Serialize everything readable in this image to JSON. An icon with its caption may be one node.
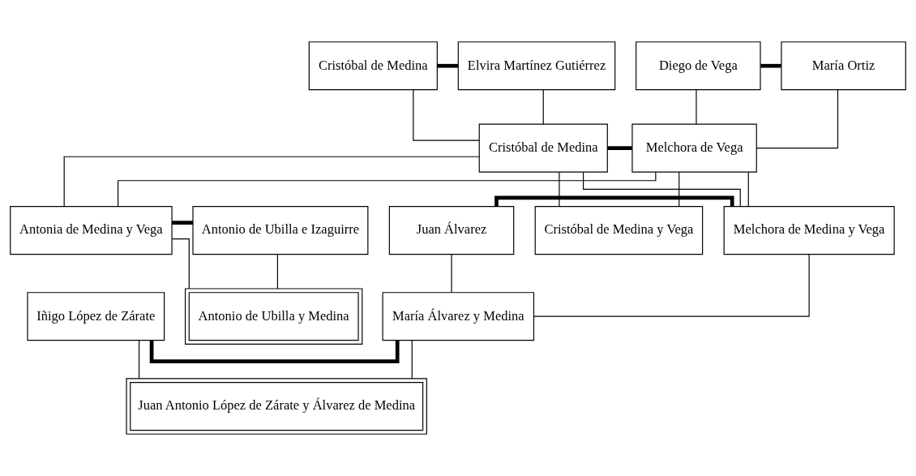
{
  "diagram": {
    "nodes": [
      {
        "text": [
          "Cristóbal de Medina"
        ]
      },
      {
        "text": [
          "Elvira Martínez Gutiérrez"
        ]
      },
      {
        "text": [
          "Diego de Vega"
        ]
      },
      {
        "text": [
          "María Ortiz"
        ]
      },
      {
        "text": [
          "Cristóbal de Medina"
        ]
      },
      {
        "text": [
          "Melchora de Vega"
        ]
      },
      {
        "text": [
          "Cristóbal de Medina y Vega"
        ]
      },
      {
        "text": [
          "Juan Álvarez"
        ]
      },
      {
        "text": [
          "Melchora de Medina y Vega"
        ]
      },
      {
        "text": [
          "Antonia de Medina y Vega"
        ]
      },
      {
        "text": [
          "Antonio de Ubilla e Izaguirre"
        ]
      },
      {
        "text": [
          "Iñigo López de Zárate"
        ]
      },
      {
        "text": [
          "María Álvarez y Medina"
        ]
      },
      {
        "text": [
          "Antonio de Ubilla y Medina"
        ]
      },
      {
        "text": [
          "Juan Antonio López de Zárate y Álvarez de Medina"
        ]
      }
    ],
    "edges": [
      {
        "from": 0,
        "to": 1,
        "arrow": "none",
        "style": "thick"
      },
      {
        "from": 2,
        "to": 3,
        "arrow": "none",
        "style": "thick"
      },
      {
        "from": 0,
        "to": 4,
        "arrow": "none"
      },
      {
        "from": 1,
        "to": 4,
        "arrow": "none"
      },
      {
        "from": 2,
        "to": 5,
        "arrow": "none"
      },
      {
        "from": 3,
        "to": 5,
        "arrow": "none"
      },
      {
        "from": 4,
        "to": 5,
        "arrow": "none",
        "style": "thick"
      },
      {
        "from": 4,
        "to": 6,
        "arrow": "none"
      },
      {
        "from": 5,
        "to": 6,
        "arrow": "none"
      },
      {
        "from": 4,
        "to": 8,
        "arrow": "none"
      },
      {
        "from": 5,
        "to": 8,
        "arrow": "none"
      },
      {
        "from": 4,
        "to": 9,
        "arrow": "none"
      },
      {
        "from": 5,
        "to": 9,
        "arrow": "none"
      },
      {
        "from": 7,
        "to": 8,
        "arrow": "none",
        "style": "thick"
      },
      {
        "from": 9,
        "to": 10,
        "arrow": "none",
        "style": "thick"
      },
      {
        "from": 7,
        "to": 12,
        "arrow": "none"
      },
      {
        "from": 8,
        "to": 12,
        "arrow": "none"
      },
      {
        "from": 9,
        "to": 13,
        "arrow": "none"
      },
      {
        "from": 10,
        "to": 13,
        "arrow": "none"
      },
      {
        "from": 11,
        "to": 12,
        "arrow": "none",
        "style": "thick"
      },
      {
        "from": 11,
        "to": 14,
        "arrow": "none"
      },
      {
        "from": 12,
        "to": 14,
        "arrow": "none"
      }
    ]
  }
}
